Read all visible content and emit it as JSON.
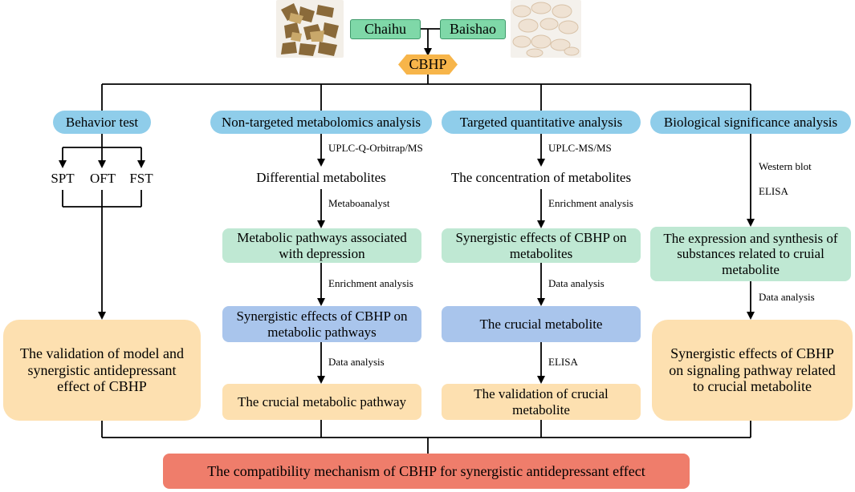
{
  "herbs": {
    "left": "Chaihu",
    "right": "Baishao"
  },
  "formula": "CBHP",
  "columns": [
    {
      "header": "Behavior test",
      "tests": [
        "SPT",
        "OFT",
        "FST"
      ],
      "result": "The validation of model and synergistic antidepressant effect of CBHP"
    },
    {
      "header": "Non-targeted metabolomics analysis",
      "method1": "UPLC-Q-Orbitrap/MS",
      "step1": "Differential metabolites",
      "method2": "Metaboanalyst",
      "step2": "Metabolic pathways associated with depression",
      "method3": "Enrichment analysis",
      "step3": "Synergistic effects of CBHP on metabolic pathways",
      "method4": "Data analysis",
      "step4": "The crucial metabolic pathway"
    },
    {
      "header": "Targeted quantitative analysis",
      "method1": "UPLC-MS/MS",
      "step1": "The concentration of metabolites",
      "method2": "Enrichment analysis",
      "step2": "Synergistic effects of CBHP on metabolites",
      "method3": "Data analysis",
      "step3": "The crucial metabolite",
      "method4": "ELISA",
      "step4": "The validation of crucial metabolite"
    },
    {
      "header": "Biological significance analysis",
      "method1a": "Western blot",
      "method1b": "ELISA",
      "step1": "The expression and synthesis of substances related to cruial metabolite",
      "method2": "Data analysis",
      "step2": "Synergistic effects of CBHP on signaling pathway related to crucial metabolite"
    }
  ],
  "conclusion": "The compatibility mechanism of CBHP for synergistic antidepressant effect",
  "colors": {
    "herb_box": "#7fd8a8",
    "formula": "#f7b54a",
    "header_pill": "#8fcdea",
    "green_box": "#bfe8d3",
    "blue_box": "#a9c5ec",
    "orange_box": "#fde0b0",
    "conclusion_box": "#ef7d6b"
  }
}
